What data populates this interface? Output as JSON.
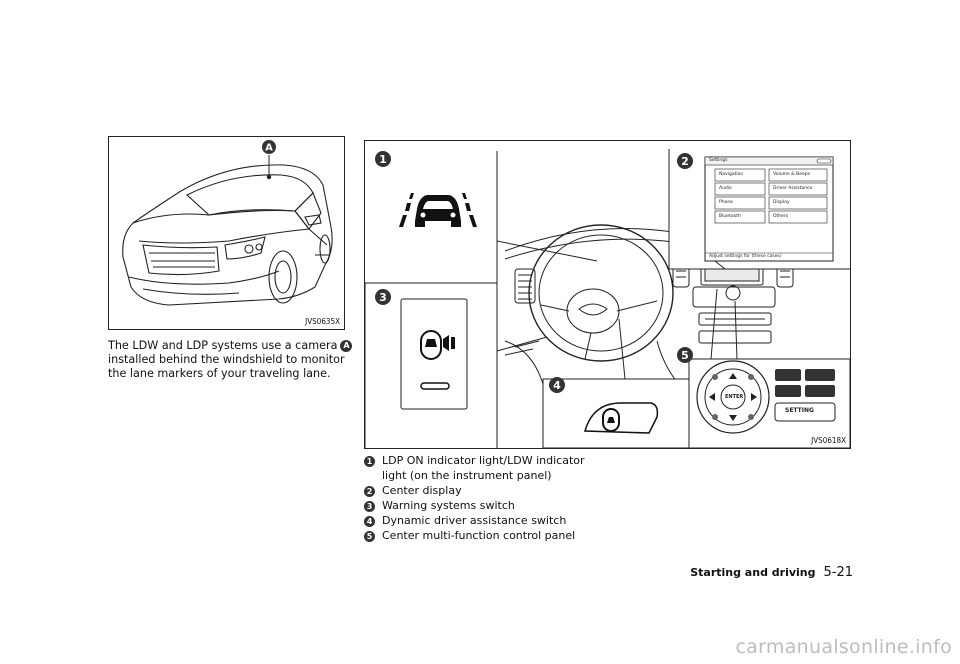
{
  "figure_left": {
    "code": "JVS0635X",
    "callout": "A"
  },
  "caption_left": {
    "line1": "The LDW and LDP systems use a camera",
    "callout": "A",
    "line2": "installed behind the windshield to monitor",
    "line3": "the lane markers of your traveling lane."
  },
  "figure_right": {
    "code": "JVS0618X",
    "callouts": [
      "1",
      "2",
      "3",
      "4",
      "5"
    ],
    "settings_menu": {
      "title": "Settings",
      "items_left": [
        "Navigation",
        "Audio",
        "Phone",
        "Bluetooth"
      ],
      "items_right": [
        "Volume & Beeps",
        "Driver Assistance",
        "Display",
        "Others"
      ],
      "footer": "Adjust settings for (these cases)"
    },
    "control_panel": {
      "enter_label": "ENTER",
      "setting_label": "SETTING"
    }
  },
  "legend": [
    {
      "num": "1",
      "text_line1": "LDP ON indicator light/LDW indicator",
      "text_line2": "light (on the instrument panel)"
    },
    {
      "num": "2",
      "text_line1": "Center display",
      "text_line2": ""
    },
    {
      "num": "3",
      "text_line1": "Warning systems switch",
      "text_line2": ""
    },
    {
      "num": "4",
      "text_line1": "Dynamic driver assistance switch",
      "text_line2": ""
    },
    {
      "num": "5",
      "text_line1": "Center multi-function control panel",
      "text_line2": ""
    }
  ],
  "footer": {
    "section": "Starting and driving",
    "page": "5-21"
  },
  "watermark": "carmanualsonline.info"
}
